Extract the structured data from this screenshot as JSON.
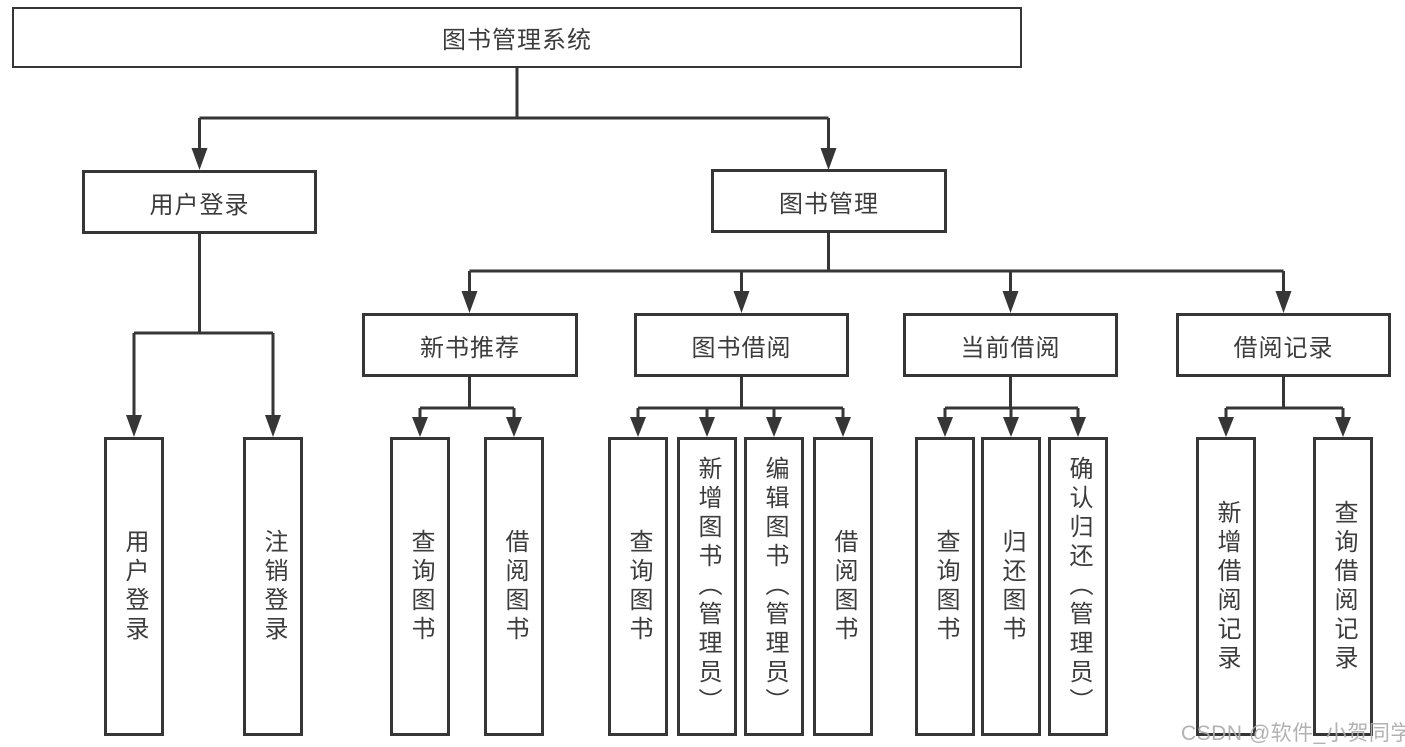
{
  "colors": {
    "line": "#363636",
    "box_border": "#363636",
    "box_fill": "#ffffff",
    "text": "#3c3c3c",
    "watermark": "#ababab",
    "background": "#ffffff"
  },
  "root": {
    "label": "图书管理系统"
  },
  "branches": [
    {
      "label": "用户登录",
      "children": [
        {
          "label": "用户登录"
        },
        {
          "label": "注销登录"
        }
      ]
    },
    {
      "label": "图书管理",
      "children": [
        {
          "label": "新书推荐",
          "children": [
            {
              "label": "查询图书"
            },
            {
              "label": "借阅图书"
            }
          ]
        },
        {
          "label": "图书借阅",
          "children": [
            {
              "label": "查询图书"
            },
            {
              "label": "新增图书（管理员）"
            },
            {
              "label": "编辑图书（管理员）"
            },
            {
              "label": "借阅图书"
            }
          ]
        },
        {
          "label": "当前借阅",
          "children": [
            {
              "label": "查询图书"
            },
            {
              "label": "归还图书"
            },
            {
              "label": "确认归还（管理员）"
            }
          ]
        },
        {
          "label": "借阅记录",
          "children": [
            {
              "label": "新增借阅记录"
            },
            {
              "label": "查询借阅记录"
            }
          ]
        }
      ]
    }
  ],
  "watermark": "CSDN @软件_小贺同学"
}
